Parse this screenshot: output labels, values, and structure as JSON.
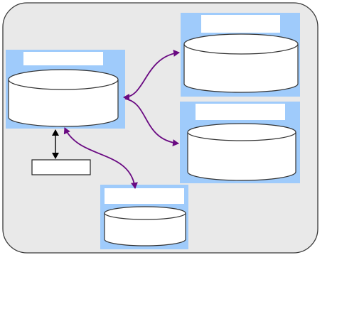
{
  "colors": {
    "panel_fill": "#e9e9e9",
    "panel_stroke": "#3a3a3a",
    "node_fill": "#9fcbfb",
    "drum_fill": "#ffffff",
    "drum_stroke": "#333333",
    "arrow_purple": "#6a0a82",
    "arrow_black": "#000000"
  },
  "nodes": [
    {
      "id": "source",
      "label": ""
    },
    {
      "id": "target-top",
      "label": ""
    },
    {
      "id": "target-middle",
      "label": ""
    },
    {
      "id": "target-bottom",
      "label": ""
    }
  ],
  "boxes": [
    {
      "id": "client-box",
      "label": ""
    }
  ],
  "connectors": [
    {
      "from": "source",
      "to": "target-top",
      "style": "purple",
      "heads": "both"
    },
    {
      "from": "source",
      "to": "target-middle",
      "style": "purple",
      "heads": "end"
    },
    {
      "from": "source",
      "to": "target-bottom",
      "style": "purple",
      "heads": "both"
    },
    {
      "from": "source",
      "to": "client-box",
      "style": "black",
      "heads": "both"
    }
  ]
}
